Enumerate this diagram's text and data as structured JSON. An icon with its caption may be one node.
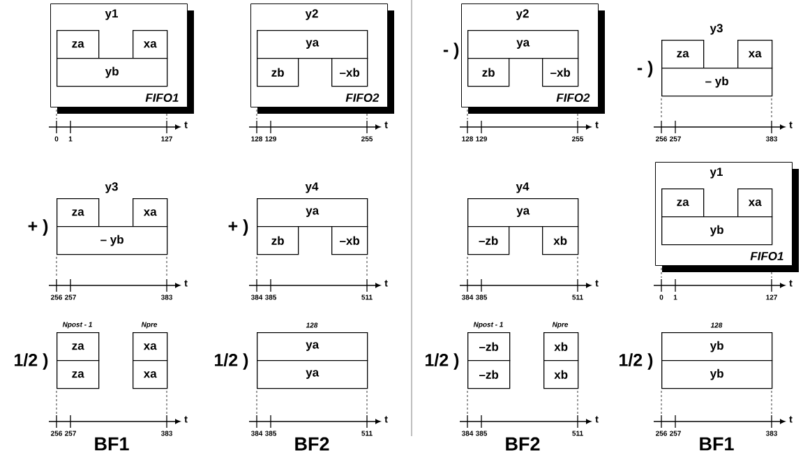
{
  "diagram": {
    "nodes": [
      {
        "text": [
          "y1",
          "FIFO1"
        ]
      },
      {
        "text": [
          "za"
        ],
        "in": 0
      },
      {
        "text": [
          "xa"
        ],
        "in": 0
      },
      {
        "text": [
          "yb"
        ],
        "in": 0
      },
      {
        "text": [
          "y2",
          "FIFO2"
        ]
      },
      {
        "text": [
          "ya"
        ],
        "in": 4
      },
      {
        "text": [
          "zb"
        ],
        "in": 4
      },
      {
        "text": [
          "–xb"
        ],
        "in": 4
      },
      {
        "text": [
          "y2",
          "FIFO2"
        ]
      },
      {
        "text": [
          "ya"
        ],
        "in": 8
      },
      {
        "text": [
          "zb"
        ],
        "in": 8
      },
      {
        "text": [
          "–xb"
        ],
        "in": 8
      },
      {
        "text": [
          "za"
        ]
      },
      {
        "text": [
          "xa"
        ]
      },
      {
        "text": [
          "– yb"
        ]
      },
      {
        "text": [
          "za"
        ]
      },
      {
        "text": [
          "xa"
        ]
      },
      {
        "text": [
          "– yb"
        ]
      },
      {
        "text": [
          "ya"
        ]
      },
      {
        "text": [
          "zb"
        ]
      },
      {
        "text": [
          "–xb"
        ]
      },
      {
        "text": [
          "ya"
        ]
      },
      {
        "text": [
          "–zb"
        ]
      },
      {
        "text": [
          "xb"
        ]
      },
      {
        "text": [
          "y1",
          "FIFO1"
        ]
      },
      {
        "text": [
          "za"
        ],
        "in": 24
      },
      {
        "text": [
          "xa"
        ],
        "in": 24
      },
      {
        "text": [
          "yb"
        ],
        "in": 24
      },
      {
        "text": [
          "za"
        ],
        "beside": [
          "Npost - 1"
        ]
      },
      {
        "text": [
          "xa"
        ],
        "beside": [
          "Npre"
        ]
      },
      {
        "text": [
          "za"
        ]
      },
      {
        "text": [
          "xa"
        ]
      },
      {
        "text": [
          "ya"
        ],
        "beside": [
          "128"
        ]
      },
      {
        "text": [
          "ya"
        ]
      },
      {
        "text": [
          "–zb"
        ],
        "beside": [
          "Npost - 1"
        ]
      },
      {
        "text": [
          "xb"
        ],
        "beside": [
          "Npre"
        ]
      },
      {
        "text": [
          "–zb"
        ]
      },
      {
        "text": [
          "xb"
        ]
      },
      {
        "text": [
          "yb"
        ],
        "beside": [
          "128"
        ]
      },
      {
        "text": [
          "yb"
        ]
      }
    ],
    "labels": [
      "t",
      "0",
      "1",
      "127",
      "t",
      "128",
      "129",
      "255",
      "- )",
      "t",
      "128",
      "129",
      "255",
      "y3",
      "- )",
      "t",
      "256",
      "257",
      "383",
      "y3",
      "+ )",
      "t",
      "256",
      "257",
      "383",
      "y4",
      "+ )",
      "t",
      "384",
      "385",
      "511",
      "y4",
      "t",
      "384",
      "385",
      "511",
      "t",
      "0",
      "1",
      "127",
      "1/2 )",
      "t",
      "256",
      "257",
      "383",
      "BF1",
      "1/2 )",
      "t",
      "384",
      "385",
      "511",
      "BF2",
      "1/2 )",
      "t",
      "384",
      "385",
      "511",
      "BF2",
      "1/2 )",
      "t",
      "256",
      "257",
      "383",
      "BF1"
    ]
  }
}
